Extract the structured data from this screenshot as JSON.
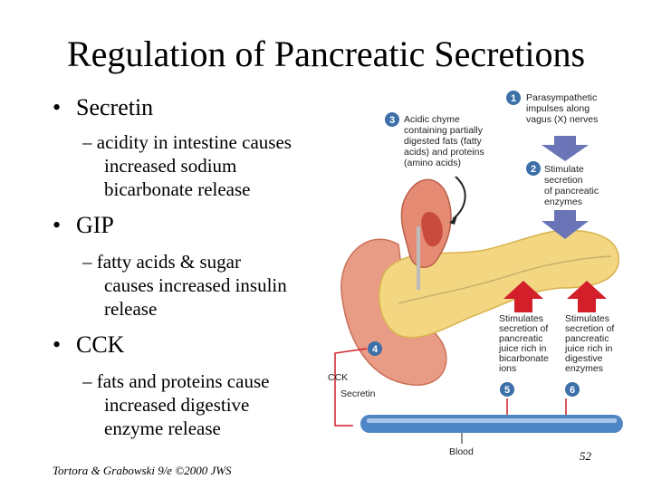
{
  "title": "Regulation of Pancreatic Secretions",
  "bullets": [
    {
      "label": "Secretin",
      "sub": [
        "– acidity in intestine causes",
        "increased sodium",
        "bicarbonate release"
      ]
    },
    {
      "label": "GIP",
      "sub": [
        "– fatty acids & sugar",
        "causes increased insulin",
        "release"
      ]
    },
    {
      "label": "CCK",
      "sub": [
        "– fats and proteins cause",
        "increased digestive",
        "enzyme release"
      ]
    }
  ],
  "footer": "Tortora & Grabowski 9/e ©2000 JWS",
  "page_number": "52",
  "figure": {
    "step1": {
      "num": "1",
      "lines": [
        "Parasympathetic",
        "impulses along",
        "vagus (X) nerves"
      ]
    },
    "step2": {
      "num": "2",
      "lines": [
        "Stimulate",
        "secretion",
        "of pancreatic",
        "enzymes"
      ]
    },
    "step3": {
      "num": "3",
      "lines": [
        "Acidic chyme",
        "containing partially",
        "digested fats (fatty",
        "acids) and proteins",
        "(amino acids)"
      ]
    },
    "step4": {
      "num": "4"
    },
    "step5": {
      "num": "5",
      "lines": [
        "Stimulates",
        "secretion of",
        "pancreatic",
        "juice rich in",
        "bicarbonate",
        "ions"
      ]
    },
    "step6": {
      "num": "6",
      "lines": [
        "Stimulates",
        "secretion of",
        "pancreatic",
        "juice rich in",
        "digestive",
        "enzymes"
      ]
    },
    "cck_label": "CCK",
    "secretin_label": "Secretin",
    "blood_label": "Blood",
    "colors": {
      "badge": "#3d6fa8",
      "arrow_purple": "#6a74b6",
      "arrow_red": "#d21f2a",
      "pancreas": "#f1d27a",
      "stomach": "#e58b74",
      "vessel": "#4f86c6"
    }
  }
}
